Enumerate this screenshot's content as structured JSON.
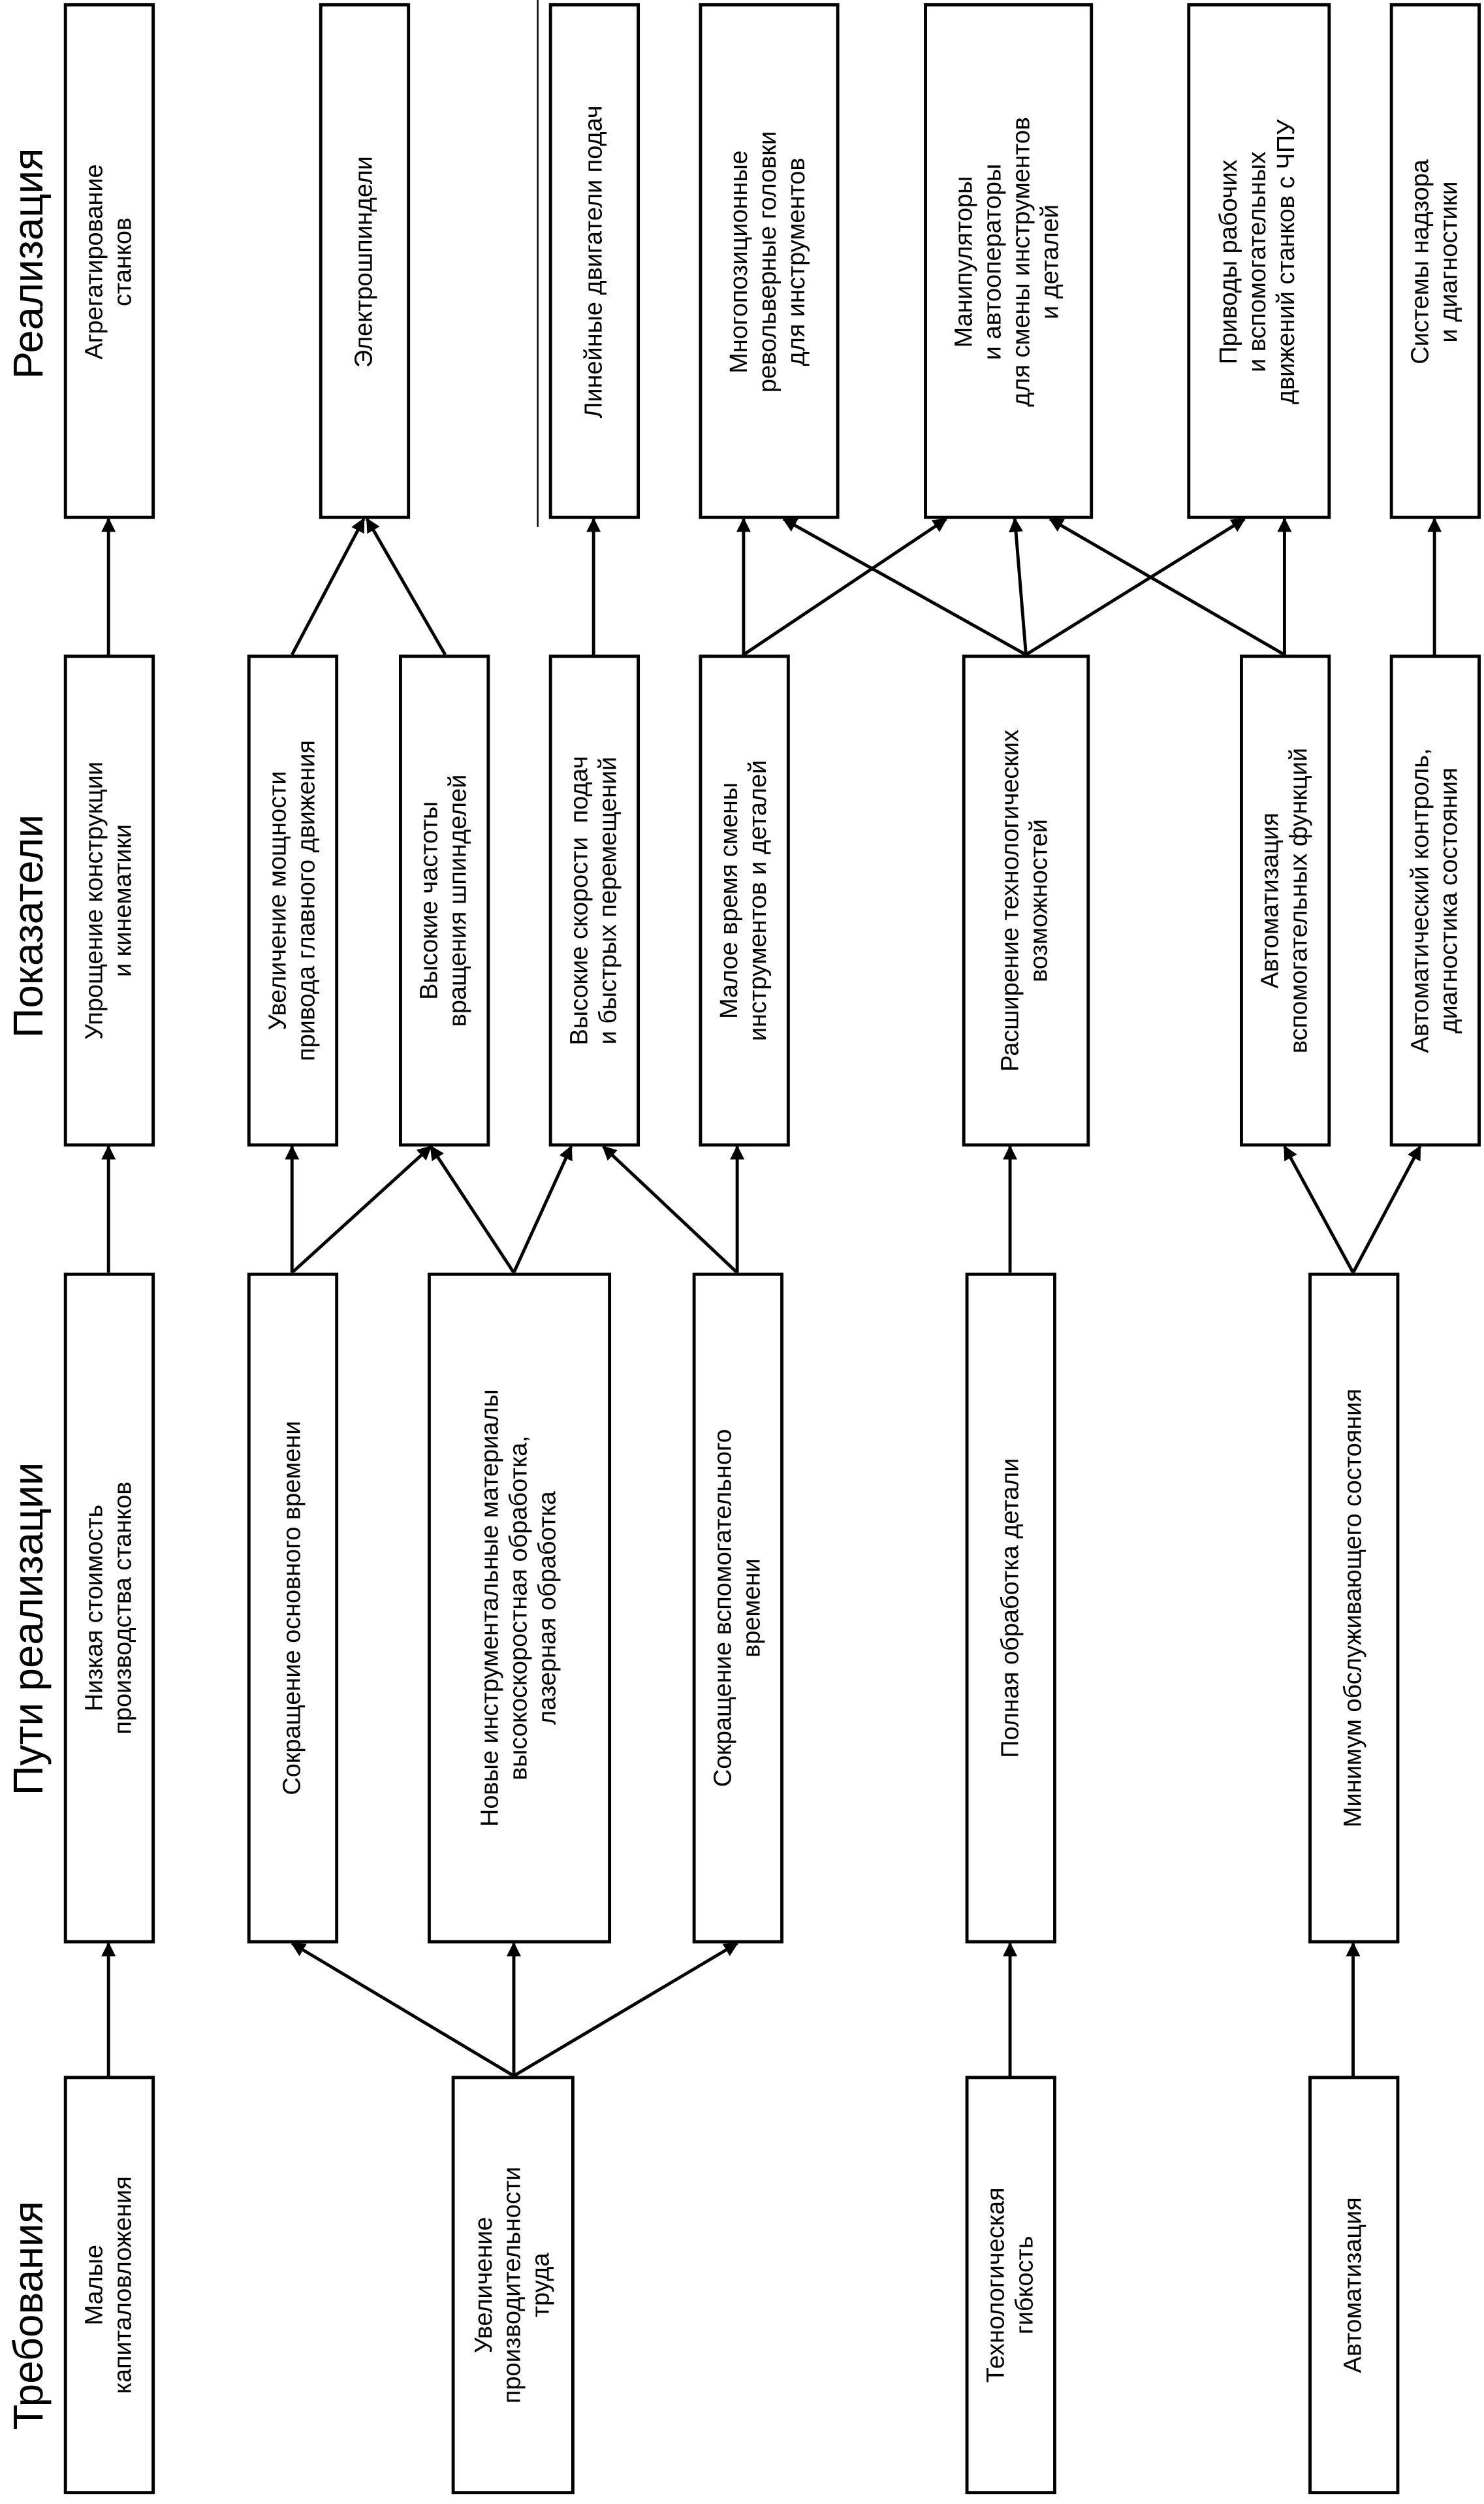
{
  "headings": {
    "requirements": "Требования",
    "ways": "Пути реализации",
    "indicators": "Показатели",
    "realization": "Реализация"
  },
  "requirements": {
    "low_capital": "Малые\nкапиталовложения",
    "productivity": "Увеличение\nпроизводительности\nтруда",
    "flexibility": "Технологическая\nгибкость",
    "automation": "Автоматизация"
  },
  "ways": {
    "low_cost": "Низкая стоимость\nпроизводства станков",
    "reduce_main_time": "Сокращение основного времени",
    "new_materials": "Новые инструментальные материалы\nвысокоскоростная обработка,\nлазерная обработка",
    "reduce_aux_time": "Сокращение вспомогательного\nвремени",
    "full_processing": "Полная обработка детали",
    "min_maintenance": "Минимум обслуживающего состояния"
  },
  "indicators": {
    "simplification": "Упрощение конструкции\nи кинематики",
    "power_increase": "Увеличение мощности\nпривода главного движения",
    "high_spindle_speed": "Высокие частоты\nвращения шпинделей",
    "high_feed_speed": "Высокие скорости  подач\nи быстрых перемещений",
    "short_change_time": "Малое время смены\nинструментов и деталей",
    "tech_capabilities": "Расширение технологических\nвозможностей",
    "aux_automation": "Автоматизация\nвспомогательных функций",
    "auto_control": "Автоматический контроль,\nдиагностика состояния"
  },
  "realization": {
    "aggregation": "Агрегатирование\nстанков",
    "electrospindles": "Электрошпиндели",
    "linear_motors": "Линейные двигатели подач",
    "turret_heads": "Многопозиционные\nревольверные головки\nдля инструментов",
    "manipulators": "Манипуляторы\nи автооператоры\nдля смены инструментов\nи деталей",
    "drives": "Приводы рабочих\nи вспомогательных\nдвижений станков с ЧПУ",
    "monitoring": "Системы надзора\nи диагностики"
  }
}
